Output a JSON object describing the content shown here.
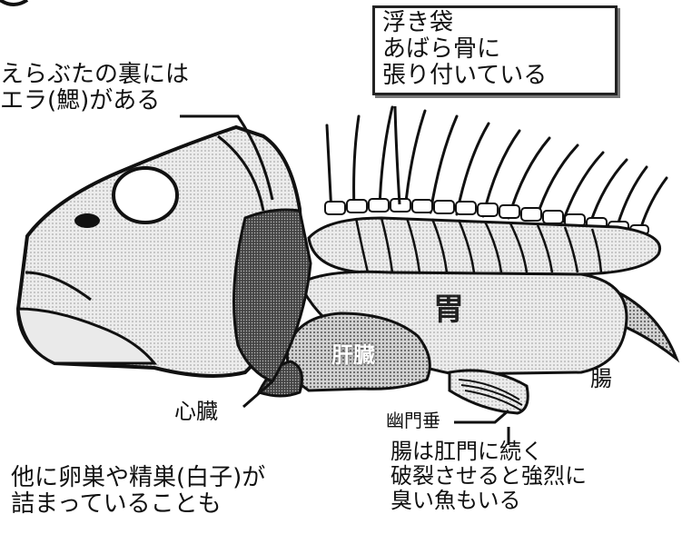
{
  "labels": {
    "swim_bladder": [
      "浮き袋",
      "あばら骨に",
      "張り付いている"
    ],
    "gill_cover": [
      "えらぶたの裏には",
      "エラ(鰓)がある"
    ],
    "stomach": "胃",
    "liver": "肝臓",
    "intestine": "腸",
    "heart": "心臓",
    "pyloric": "幽門垂",
    "intestine_note": [
      "腸は肛門に続く",
      "破裂させると強烈に",
      "臭い魚もいる"
    ],
    "ovary_note": [
      "他に卵巣や精巣(白子)が",
      "詰まっていることも"
    ]
  },
  "colors": {
    "ink": "#111111",
    "screentone_light": "#dcdcdc",
    "screentone_mid": "#b5b5b5",
    "screentone_dark": "#5a5a5a",
    "paper": "#ffffff"
  }
}
